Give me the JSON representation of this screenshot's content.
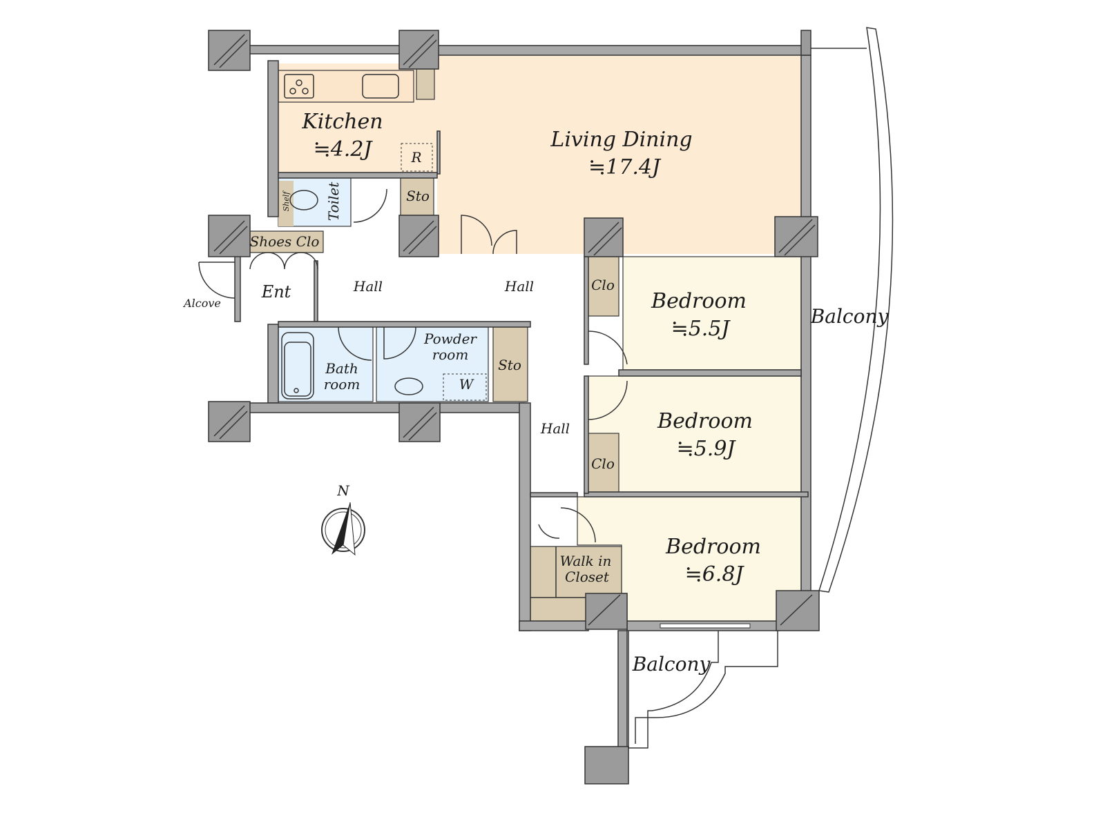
{
  "rooms": {
    "kitchen": {
      "name": "Kitchen",
      "area": "≒4.2J"
    },
    "living": {
      "name": "Living Dining",
      "area": "≒17.4J"
    },
    "bedroom1": {
      "name": "Bedroom",
      "area": "≒5.5J"
    },
    "bedroom2": {
      "name": "Bedroom",
      "area": "≒5.9J"
    },
    "bedroom3": {
      "name": "Bedroom",
      "area": "≒6.8J"
    },
    "toilet": "Toilet",
    "shelf": "Shelf",
    "shoes_clo": "Shoes Clo",
    "ent": "Ent",
    "alcove": "Alcove",
    "hall1": "Hall",
    "hall2": "Hall",
    "hall3": "Hall",
    "bath": [
      "Bath",
      "room"
    ],
    "powder": [
      "Powder",
      "room"
    ],
    "washer": "W",
    "fridge": "R",
    "sto1": "Sto",
    "sto2": "Sto",
    "clo1": "Clo",
    "clo2": "Clo",
    "wic": [
      "Walk in",
      "Closet"
    ],
    "balcony1": "Balcony",
    "balcony2": "Balcony"
  },
  "compass": {
    "label": "N"
  },
  "colors": {
    "living": "#fdebd4",
    "bedroom": "#fdf8e4",
    "wet": "#e2f1fb",
    "storage": "#d9ccb1",
    "wall": "#a9a9a9"
  }
}
